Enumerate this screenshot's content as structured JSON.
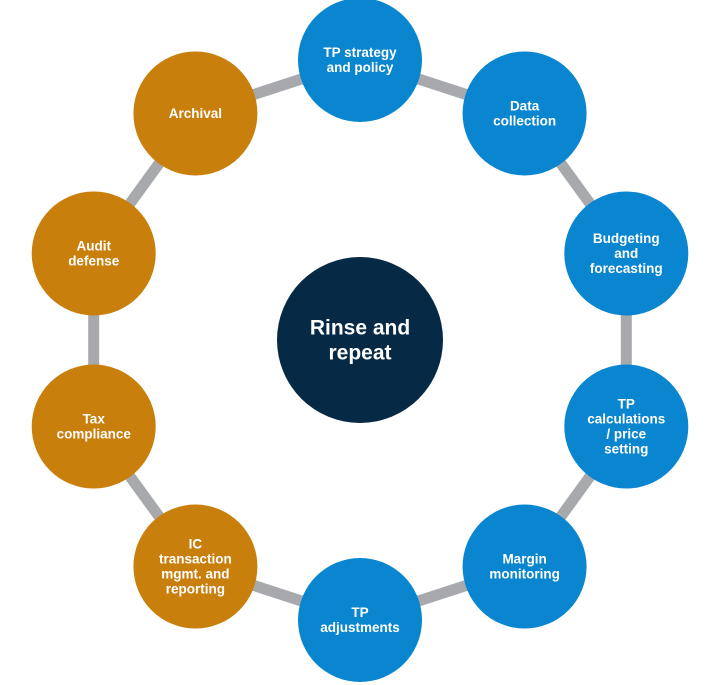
{
  "center": {
    "lines": [
      "Rinse and",
      "repeat"
    ],
    "color": "#062a46"
  },
  "colors": {
    "blue": "#0a86d0",
    "orange": "#c97f0c",
    "connector": "#a7a9ac"
  },
  "nodes": [
    {
      "name": "tp-strategy-and-policy",
      "color": "blue",
      "lines": [
        "TP strategy",
        "and policy"
      ]
    },
    {
      "name": "data-collection",
      "color": "blue",
      "lines": [
        "Data",
        "collection"
      ]
    },
    {
      "name": "budgeting-and-forecasting",
      "color": "blue",
      "lines": [
        "Budgeting",
        "and",
        "forecasting"
      ]
    },
    {
      "name": "tp-calculations-price-setting",
      "color": "blue",
      "lines": [
        "TP",
        "calculations",
        "/ price",
        "setting"
      ]
    },
    {
      "name": "margin-monitoring",
      "color": "blue",
      "lines": [
        "Margin",
        "monitoring"
      ]
    },
    {
      "name": "tp-adjustments",
      "color": "blue",
      "lines": [
        "TP",
        "adjustments"
      ]
    },
    {
      "name": "ic-transaction-mgmt-and-reporting",
      "color": "orange",
      "lines": [
        "IC",
        "transaction",
        "mgmt. and",
        "reporting"
      ]
    },
    {
      "name": "tax-compliance",
      "color": "orange",
      "lines": [
        "Tax",
        "compliance"
      ]
    },
    {
      "name": "audit-defense",
      "color": "orange",
      "lines": [
        "Audit",
        "defense"
      ]
    },
    {
      "name": "archival",
      "color": "orange",
      "lines": [
        "Archival"
      ]
    }
  ]
}
